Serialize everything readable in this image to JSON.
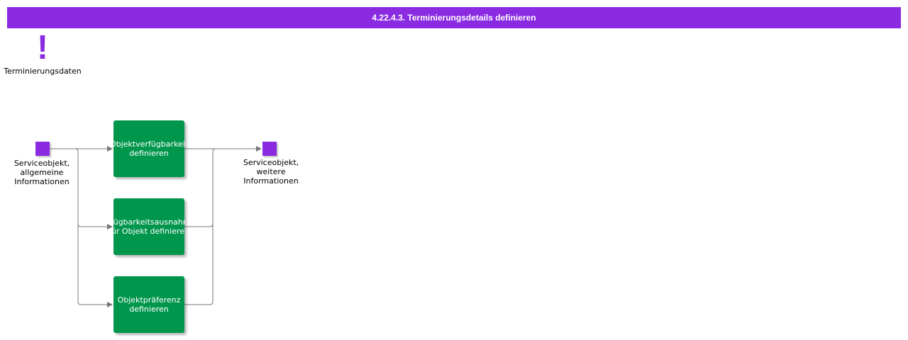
{
  "header": {
    "title": "4.22.4.3. Terminierungsdetails definieren"
  },
  "event": {
    "icon": "exclamation-icon",
    "label": "Terminierungsdaten"
  },
  "inputs": [
    {
      "icon": "square-icon",
      "label_lines": [
        "Serviceobjekt,",
        "allgemeine",
        "Informationen"
      ]
    }
  ],
  "outputs": [
    {
      "icon": "square-icon",
      "label_lines": [
        "Serviceobjekt,",
        "weitere",
        "Informationen"
      ]
    }
  ],
  "activities": [
    {
      "label_lines": [
        "Objektverfügbarkeit",
        "definieren"
      ]
    },
    {
      "label_lines": [
        "Verfügbarkeitsausnahmen",
        "für Objekt definieren"
      ]
    },
    {
      "label_lines": [
        "Objektpräferenz",
        "definieren"
      ]
    }
  ],
  "colors": {
    "header_bg": "#8a2be2",
    "io_square": "#8a2be2",
    "activity_bg": "#00964b",
    "connector": "#777777"
  }
}
